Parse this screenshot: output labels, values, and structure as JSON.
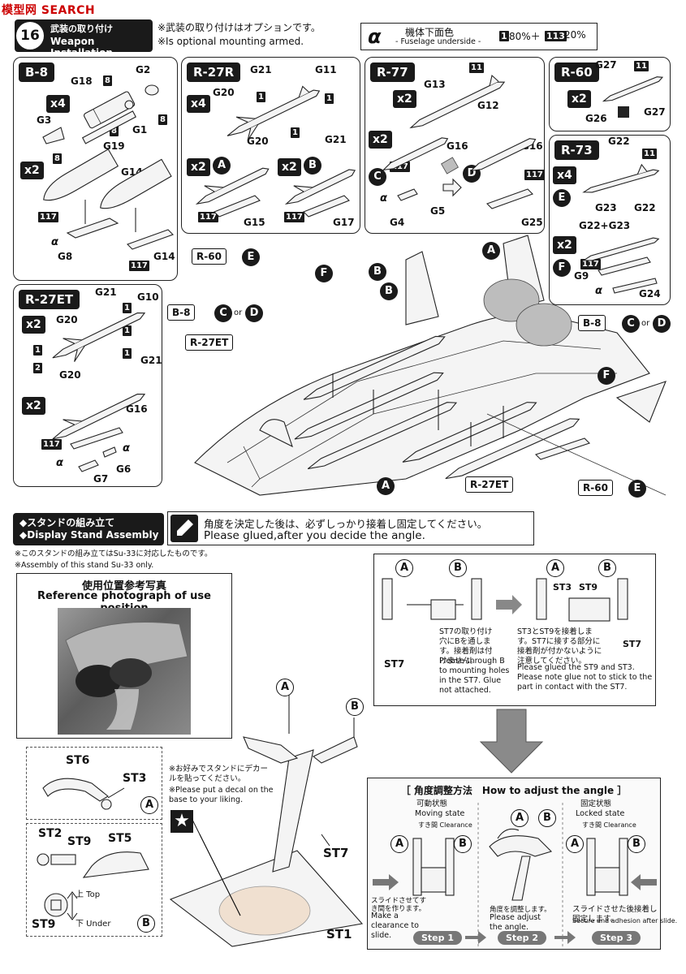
{
  "watermark": "模型网 SEARCH",
  "step16": {
    "number": "16",
    "title_jp": "武装の取り付け",
    "title_en": "Weapon Installation",
    "note_jp": "※武装の取り付けはオプションです。",
    "note_en": "※Is optional mounting armed.",
    "alpha_symbol": "α",
    "alpha_jp": "機体下面色",
    "alpha_en": "- Fuselage underside -",
    "paint_a_code": "1",
    "paint_a_pct": "80%＋",
    "paint_b_code": "113",
    "paint_b_pct": "20%"
  },
  "weapons": {
    "b8": {
      "name": "B-8",
      "mult1": "x4",
      "mult2": "x2",
      "parts": [
        "G18",
        "G2",
        "G3",
        "G1",
        "G19",
        "G14",
        "G8",
        "G14"
      ],
      "codes": [
        "8",
        "8",
        "8",
        "8",
        "117",
        "117"
      ],
      "alpha": "α"
    },
    "r27r": {
      "name": "R-27R",
      "mult1": "x4",
      "mult2a": "x2",
      "mult2b": "x2",
      "parts": [
        "G21",
        "G11",
        "G20",
        "G20",
        "G21",
        "G15",
        "G17"
      ],
      "codes": [
        "1",
        "1",
        "1",
        "117",
        "117"
      ],
      "circ_a": "A",
      "circ_b": "B"
    },
    "r77": {
      "name": "R-77",
      "mult1": "x2",
      "mult2": "x2",
      "parts": [
        "G13",
        "G12",
        "G16",
        "G16",
        "G4",
        "G5",
        "G25"
      ],
      "codes": [
        "11",
        "117",
        "117"
      ],
      "circ_c": "C",
      "circ_d": "D",
      "alpha": "α"
    },
    "r60": {
      "name": "R-60",
      "mult1": "x2",
      "parts": [
        "G27",
        "G27",
        "G26"
      ],
      "codes": [
        "11"
      ]
    },
    "r73": {
      "name": "R-73",
      "mult1": "x4",
      "mult2": "x2",
      "parts": [
        "G22",
        "G23",
        "G22",
        "G22+G23",
        "G9",
        "G24"
      ],
      "codes": [
        "11",
        "117"
      ],
      "circ_e": "E",
      "circ_f": "F",
      "alpha": "α"
    },
    "r27et": {
      "name": "R-27ET",
      "mult1": "x2",
      "mult2": "x2",
      "parts": [
        "G21",
        "G10",
        "G20",
        "G21",
        "G20",
        "G16",
        "G7",
        "G6"
      ],
      "codes": [
        "1",
        "1",
        "1",
        "2",
        "1",
        "117"
      ],
      "alpha": "α"
    }
  },
  "aircraft_labels": {
    "r60_top": "R-60",
    "b8_left": "B-8",
    "r27et_left": "R-27ET",
    "b8_right": "B-8",
    "r27et_bottom": "R-27ET",
    "r60_bottom": "R-60",
    "e": "E",
    "c": "C",
    "d": "D",
    "f": "F",
    "a": "A",
    "b": "B",
    "or": "or"
  },
  "stand": {
    "title_jp": "◆スタンドの組み立て",
    "title_en": "◆Display Stand Assembly",
    "glue_jp": "角度を決定した後は、必ずしっかり接着し固定してください。",
    "glue_en": "Please glued,after you decide the angle.",
    "note_jp": "※このスタンドの組み立てはSu-33に対応したものです。",
    "note_en": "※Assembly of this stand Su-33 only.",
    "photo_jp": "使用位置参考写真",
    "photo_en": "Reference photograph of use position",
    "st6": "ST6",
    "st3": "ST3",
    "st2": "ST2",
    "st9": "ST9",
    "st5": "ST5",
    "top_label": "上 Top",
    "under_label": "下 Under",
    "st9b": "ST9",
    "circ_a": "A",
    "circ_b": "B",
    "decal_jp": "※お好みでスタンドにデカールを貼ってください。",
    "decal_en": "※Please put a decal on the base to your liking.",
    "st7": "ST7",
    "st1": "ST1",
    "detail_st7": "ST7",
    "detail_note1_jp": "ST7の取り付け穴にBを通します。接着剤は付けません。",
    "detail_note1_en": "Please through B to mounting holes in the ST7. Glue not attached.",
    "detail_st3": "ST3",
    "detail_st9": "ST9",
    "detail_st7b": "ST7",
    "detail_note2_jp": "ST3とST9を接着します。ST7に接する部分に接着剤が付かないように注意してください。",
    "detail_note2_en": "Please glued the ST9 and ST3. Please note glue not to stick to the part in contact with the ST7.",
    "angle_title": "［ 角度調整方法　How to adjust the angle ］",
    "moving_jp": "可動状態",
    "moving_en": "Moving state",
    "locked_jp": "固定状態",
    "locked_en": "Locked state",
    "clearance1": "すき間 Clearance",
    "clearance2": "すき間 Clearance",
    "slide_jp": "スライドさせてすき間を作ります。",
    "slide_en": "Make a clearance to slide.",
    "adjust_jp": "角度を調整します。",
    "adjust_en": "Please adjust the angle.",
    "secure_jp": "スライドさせた後接着し固定します。",
    "secure_en": "Secure and adhesion after slide.",
    "step1": "Step 1",
    "step2": "Step 2",
    "step3": "Step 3"
  }
}
